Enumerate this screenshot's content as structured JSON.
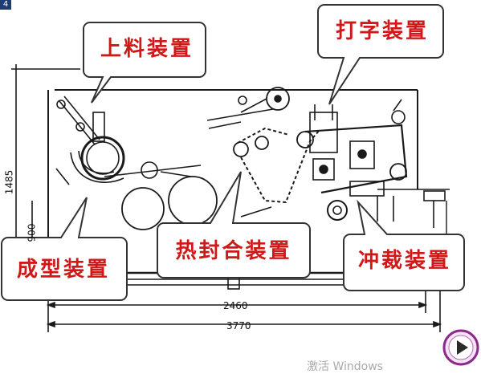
{
  "slide": {
    "page_number": "4",
    "labels": {
      "feeding_device": "上料装置",
      "printing_device": "打字装置",
      "forming_device": "成型装置",
      "heat_sealing_device": "热封合装置",
      "punching_device": "冲裁装置"
    },
    "dimensions": {
      "height_total": "1485",
      "height_lower": "900",
      "width_inner": "2460",
      "width_total": "3770"
    },
    "watermark": "激活 Windows",
    "colors": {
      "label_text": "#d01818",
      "callout_fill": "#ffffff",
      "callout_border": "#333333",
      "drawing_line": "#1a1a1a",
      "play_button": "#8b2a8b"
    },
    "icons": {
      "next_button": "play-triangle-icon"
    }
  }
}
